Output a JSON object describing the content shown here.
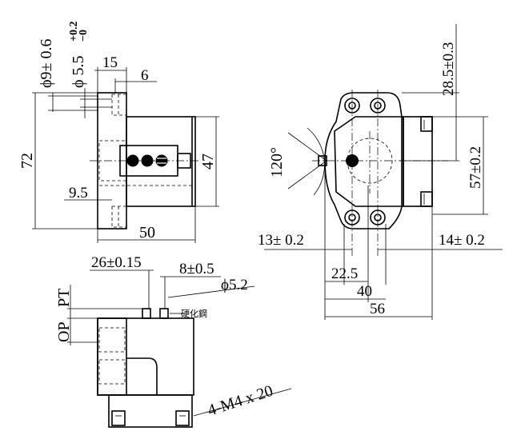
{
  "dimensions": {
    "dia_9": "ϕ9± 0.6",
    "dia_5_5": "ϕ 5.5",
    "tol_plus": "+0.2",
    "tol_minus": "−0",
    "d15": "15",
    "d6": "6",
    "d72": "72",
    "d47": "47",
    "d9_5": "9.5",
    "d50": "50",
    "ang120": "120°",
    "d28_5": "28.5±0.3",
    "d57": "57±0.2",
    "d13": "13± 0.2",
    "d14": "14± 0.2",
    "d22_5": "22.5",
    "d40": "40",
    "d56": "56",
    "d26": "26±0.15",
    "d8": "8±0.5",
    "dia5_2": "ϕ5.2",
    "pt": "PT",
    "op": "OP",
    "material": "硬化鋼",
    "screw": "4-M4 x 20"
  }
}
